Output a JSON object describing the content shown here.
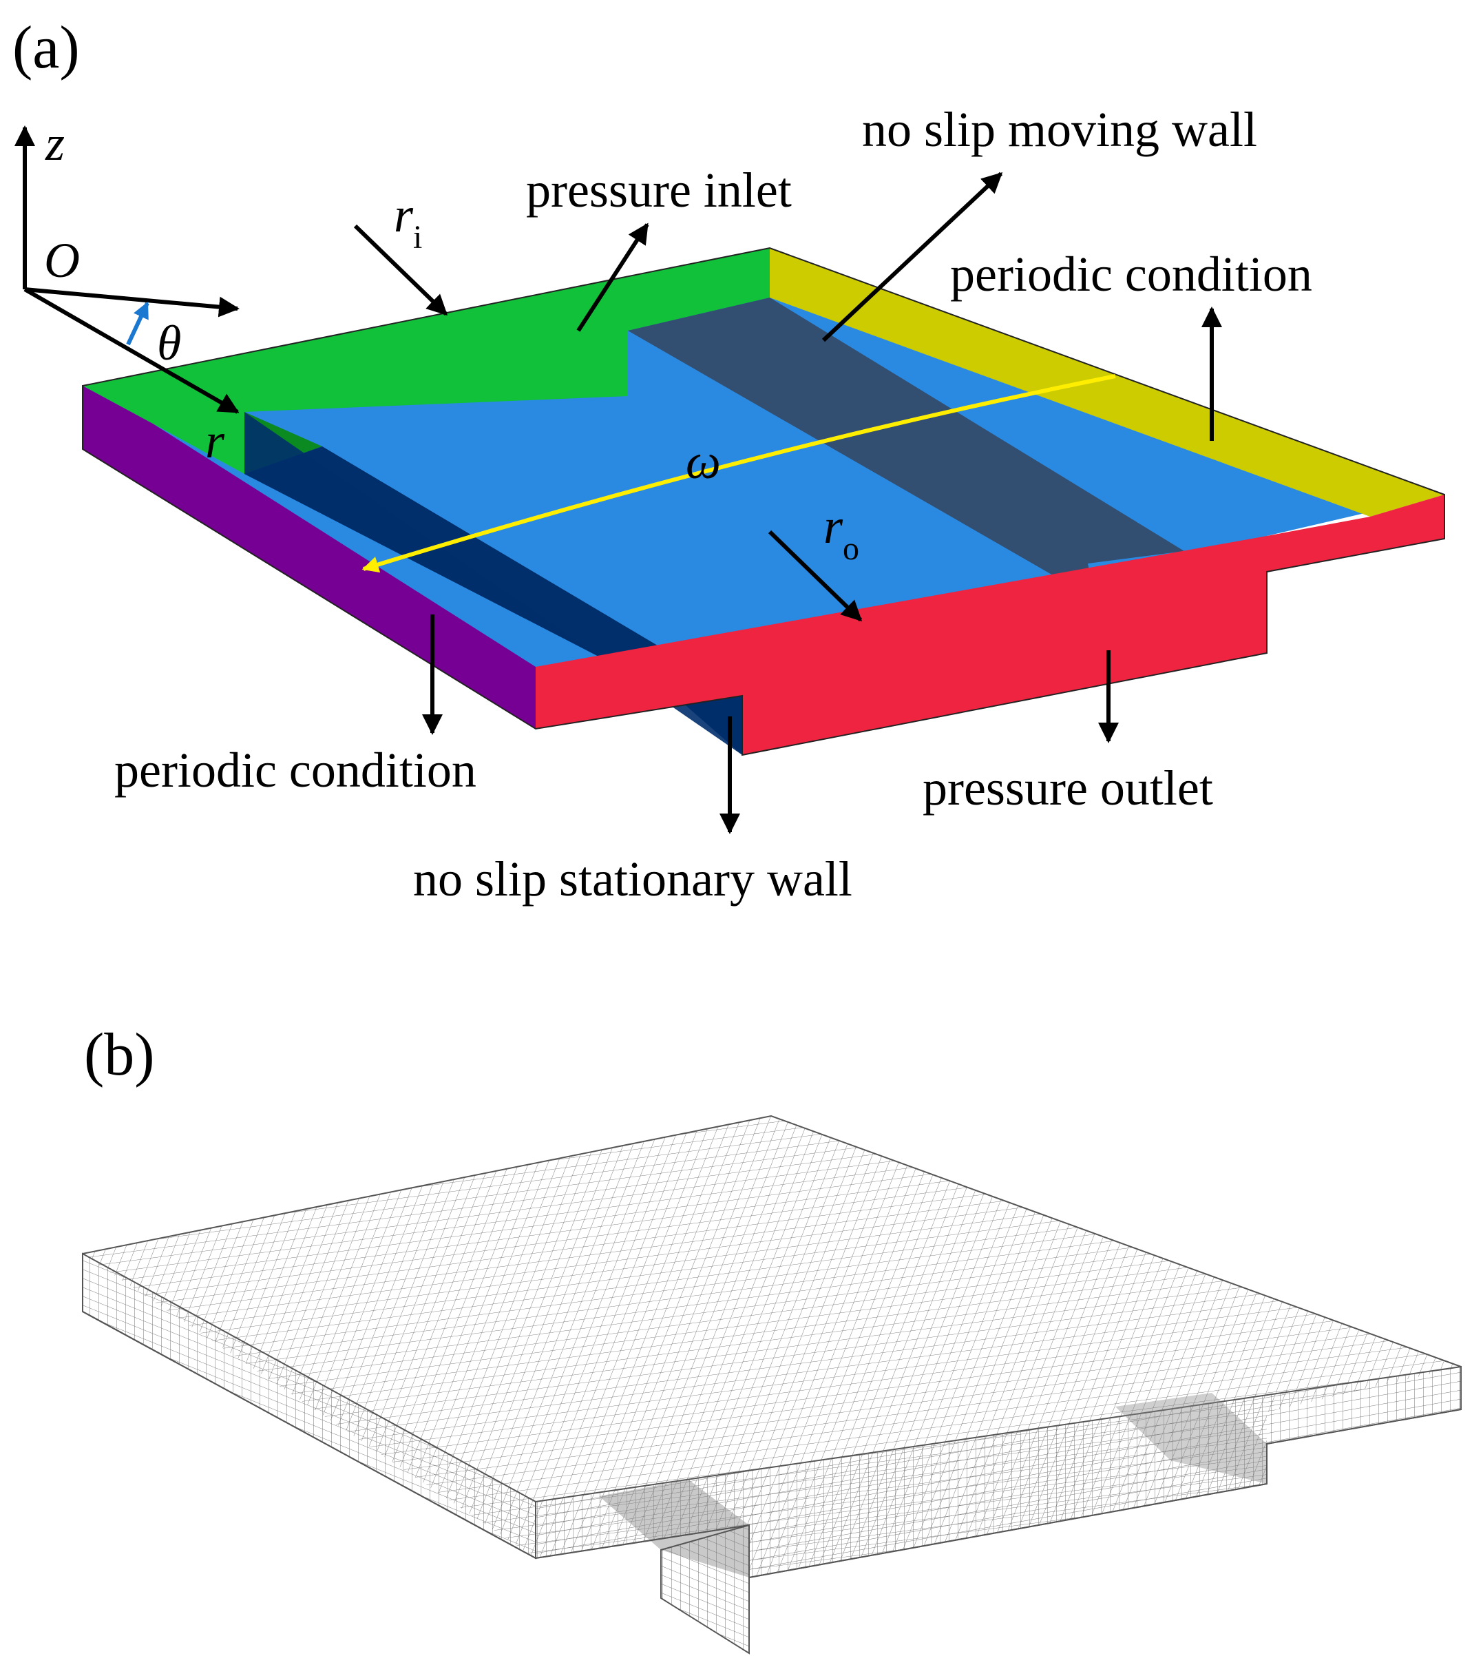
{
  "panel_a": {
    "label": "(a)",
    "axis_z": "z",
    "origin": "O",
    "theta": "θ",
    "r": "r",
    "r_inner": "r",
    "r_inner_sub": "i",
    "r_outer": "r",
    "r_outer_sub": "o",
    "omega": "ω",
    "labels": {
      "pressure_inlet": "pressure inlet",
      "no_slip_moving_wall": "no slip moving wall",
      "periodic_condition_right": "periodic condition",
      "periodic_condition_left": "periodic condition",
      "no_slip_stationary_wall": "no slip stationary wall",
      "pressure_outlet": "pressure outlet"
    }
  },
  "panel_b": {
    "label": "(b)"
  },
  "colors": {
    "top_face": "#2a8ae2",
    "pressure_inlet": "#11c13a",
    "periodic_right": "#cccc00",
    "periodic_left": "#760093",
    "pressure_outlet": "#ee2440",
    "groove_floor": "#324e70",
    "groove_side": "#002f6b",
    "rotation_arrow": "#ffee00",
    "theta_arrow": "#1a78d0"
  }
}
